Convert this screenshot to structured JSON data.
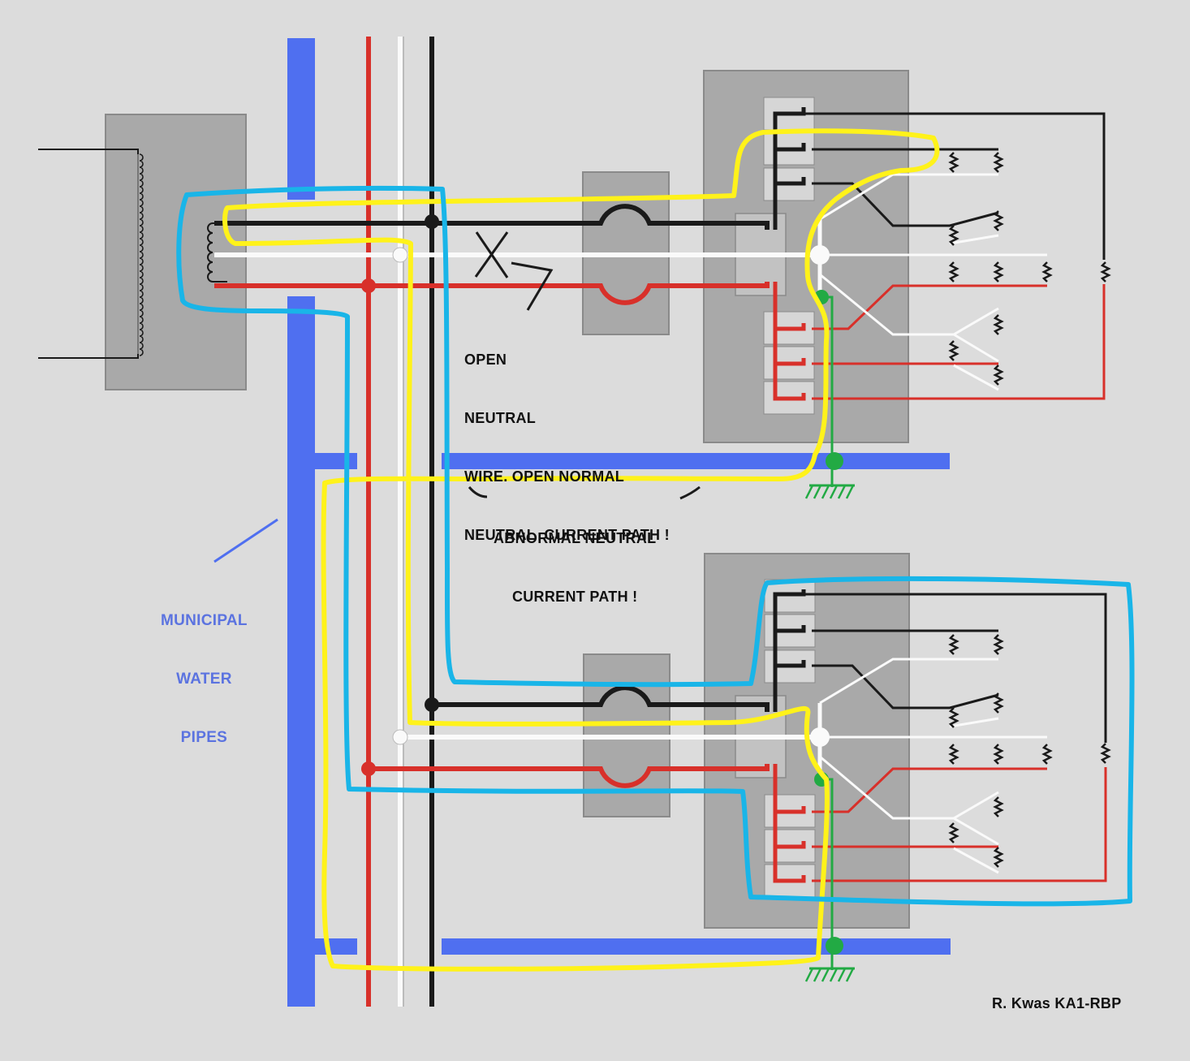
{
  "colors": {
    "background": "#dcdcdc",
    "water_pipe": "#4f6ff0",
    "hot_red": "#d8302a",
    "hot_black": "#1a1a1a",
    "neutral_white": "#ffffff",
    "ground_green": "#22aa44",
    "highlight_yellow": "#fff21a",
    "highlight_cyan": "#19b5e8",
    "enclosure_gray": "#a8a8a8",
    "label_blue": "#5b73e0"
  },
  "labels": {
    "open_neutral": [
      "OPEN",
      "NEUTRAL",
      "WIRE. OPEN NORMAL",
      "NEUTRAL  CURRENT PATH !"
    ],
    "abnormal_path": [
      "ABNORMAL NEUTRAL",
      "CURRENT PATH !"
    ],
    "water_pipes": [
      "MUNICIPAL",
      "WATER",
      "PIPES"
    ],
    "credit": "R. Kwas KA1-RBP"
  },
  "icons": [
    "transformer-icon",
    "meter-icon",
    "breaker-panel-icon",
    "ground-symbol-icon",
    "resistor-load-icon",
    "open-wire-x-icon"
  ]
}
